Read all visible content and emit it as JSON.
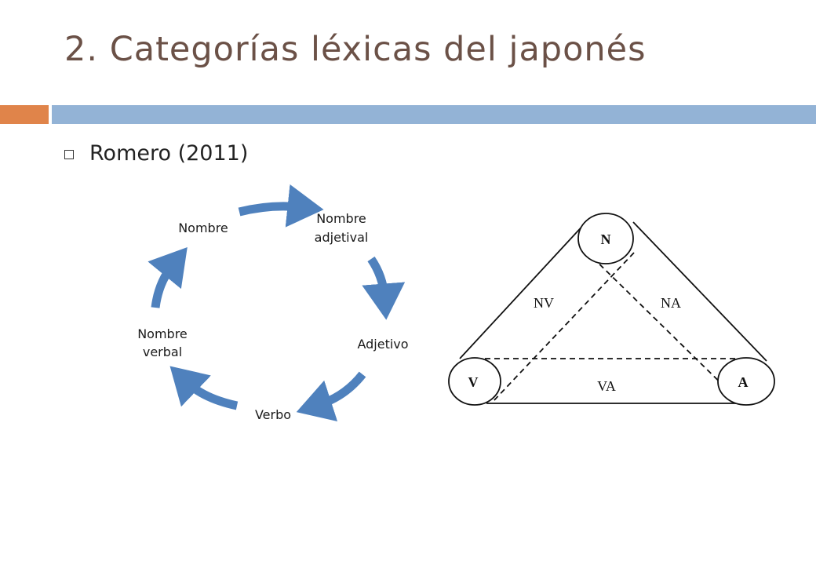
{
  "slide": {
    "title": "2. Categorías léxicas del japonés",
    "bullet": "Romero (2011)"
  },
  "cycle_diagram": {
    "nodes": [
      {
        "line1": "Nombre",
        "line2": "adjetival"
      },
      {
        "line1": "Adjetivo",
        "line2": ""
      },
      {
        "line1": "Verbo",
        "line2": ""
      },
      {
        "line1": "Nombre",
        "line2": "verbal"
      },
      {
        "line1": "Nombre",
        "line2": ""
      }
    ],
    "arrow_color": "#4f81bd"
  },
  "triangle_diagram": {
    "vertices": {
      "top": "N",
      "left": "V",
      "right": "A"
    },
    "edges": {
      "left": "NV",
      "right": "NA",
      "bottom": "VA"
    }
  },
  "colors": {
    "title": "#6b5147",
    "band_orange": "#e0844a",
    "band_blue": "#93b3d6"
  }
}
